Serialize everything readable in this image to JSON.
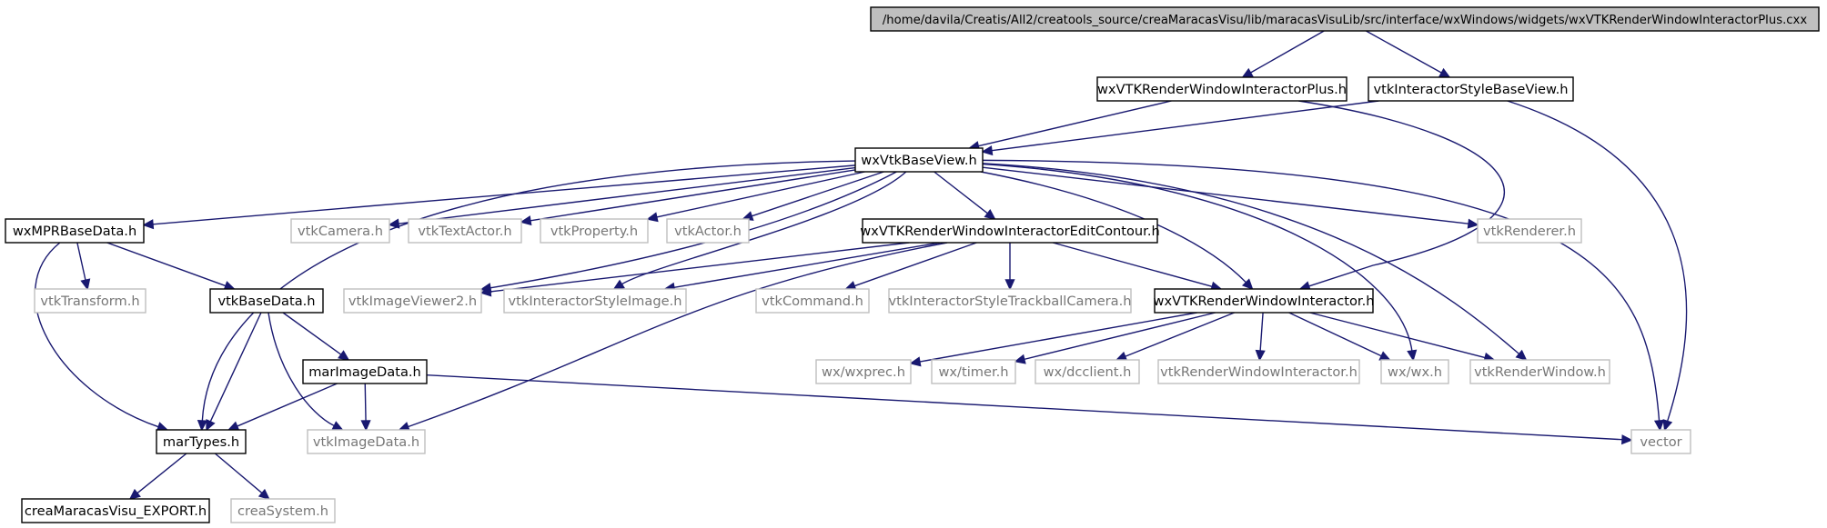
{
  "colors": {
    "edge": "#191970",
    "root_fill": "#bfbfbf",
    "doc_border": "#000000",
    "sys_border": "#bfbfbf",
    "sys_text": "#777777"
  },
  "nodes": {
    "root": "/home/davila/Creatis/All2/creatools_source/creaMaracasVisu/lib/maracasVisuLib/src/interface/wxWindows/widgets/wxVTKRenderWindowInteractorPlus.cxx",
    "wxvtkrwiplus": "wxVTKRenderWindowInteractorPlus.h",
    "stylebase": "vtkInteractorStyleBaseView.h",
    "wxvtkbaseview": "wxVtkBaseView.h",
    "wxmprbasedata": "wxMPRBaseData.h",
    "vtkcamera": "vtkCamera.h",
    "vtktextactor": "vtkTextActor.h",
    "vtkproperty": "vtkProperty.h",
    "vtkactor": "vtkActor.h",
    "editcontour": "wxVTKRenderWindowInteractorEditContour.h",
    "vtkrenderer": "vtkRenderer.h",
    "vtktransform": "vtkTransform.h",
    "vtkbasedata": "vtkBaseData.h",
    "imageviewer2": "vtkImageViewer2.h",
    "styleimage": "vtkInteractorStyleImage.h",
    "vtkcommand": "vtkCommand.h",
    "trackball": "vtkInteractorStyleTrackballCamera.h",
    "wxvtkrwi": "wxVTKRenderWindowInteractor.h",
    "marimagedata": "marImageData.h",
    "wxprec": "wx/wxprec.h",
    "wxtimer": "wx/timer.h",
    "dcclient": "wx/dcclient.h",
    "vtkrwi": "vtkRenderWindowInteractor.h",
    "wxwx": "wx/wx.h",
    "vtkrenderwindow": "vtkRenderWindow.h",
    "martypes": "marTypes.h",
    "vtkimagedata": "vtkImageData.h",
    "vector": "vector",
    "export": "creaMaracasVisu_EXPORT.h",
    "creasystem": "creaSystem.h"
  }
}
